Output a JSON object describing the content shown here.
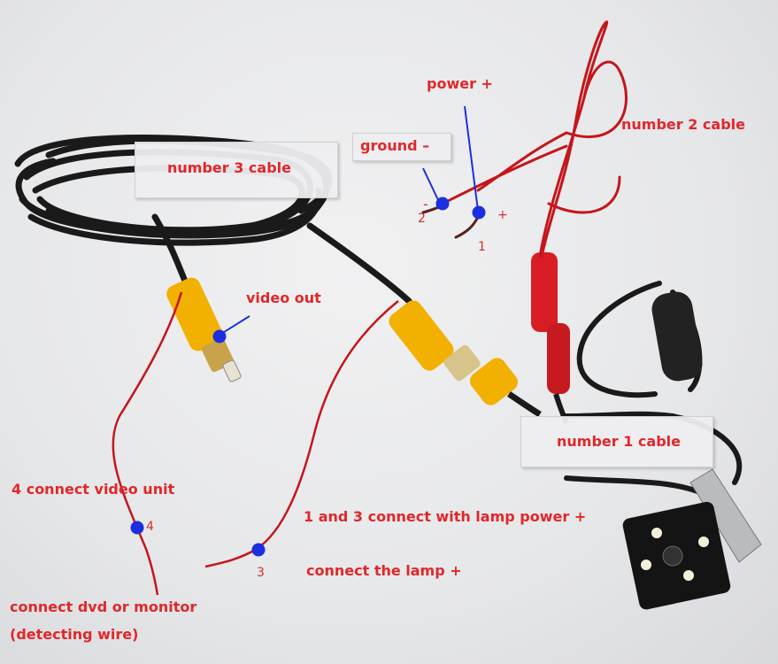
{
  "labels": {
    "power_plus": "power +",
    "ground_minus": "ground –",
    "number_2_cable": "number 2 cable",
    "number_3_cable": "number 3 cable",
    "video_out": "video out",
    "number_1_cable": "number 1 cable",
    "connect_video_unit": "4 connect video unit",
    "lamp_power": "1 and 3 connect with lamp power +",
    "connect_lamp": "connect the lamp +",
    "connect_dvd": "connect dvd or monitor",
    "detecting_wire": "(detecting wire)"
  },
  "markers": {
    "n1": "1",
    "n2": "2",
    "n3": "3",
    "n4": "4",
    "minus": "-",
    "plus": "+"
  },
  "colors": {
    "label_text": "#e0272a",
    "marker_dot": "#1b2fe0",
    "red_wire": "#c4161c",
    "black_cable": "#1a1a1a",
    "yellow_plug": "#f2b000"
  }
}
